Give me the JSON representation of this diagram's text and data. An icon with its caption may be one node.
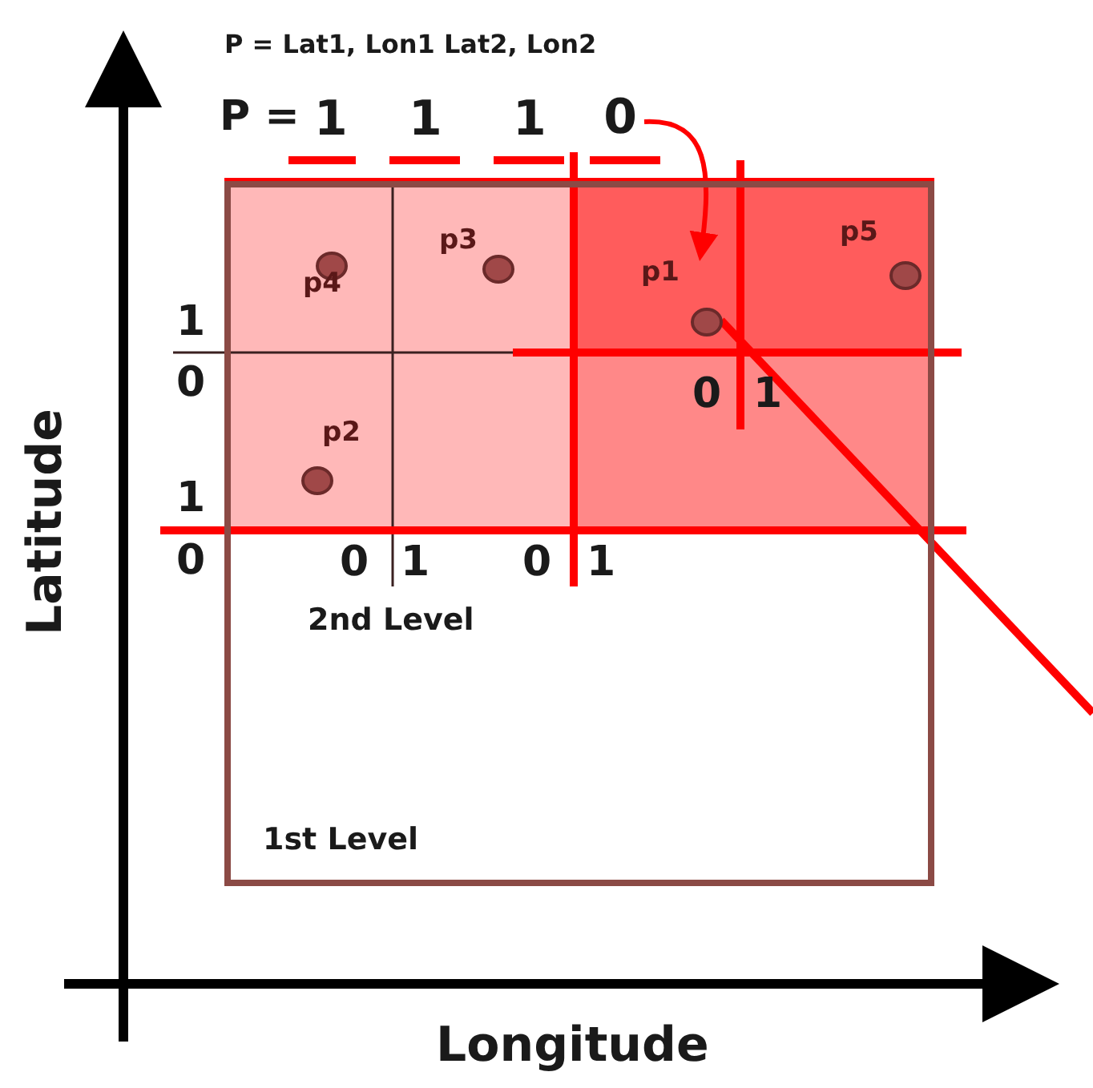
{
  "diagram": {
    "nodes": [
      {
        "text": [
          "1st Level"
        ]
      },
      {
        "text": [
          "p3"
        ],
        "in": 0
      },
      {
        "text": [
          "p5"
        ],
        "in": 0
      },
      {
        "text": [
          "p1"
        ],
        "in": 0
      },
      {
        "text": [
          "p4"
        ],
        "in": 0
      },
      {
        "text": [
          "p2"
        ],
        "in": 0
      },
      {
        "text": [
          "0"
        ]
      }
    ],
    "edges": [
      {
        "from": 6,
        "to": 3,
        "arrow": "to"
      }
    ],
    "labels": [
      "P = Lat1, Lon1 Lat2, Lon2",
      "P =",
      "1",
      "1",
      "1",
      "1",
      "0",
      "1",
      "0",
      "0",
      "1",
      "0",
      "1",
      "0",
      "1",
      "2nd Level",
      "Latitude",
      "Longitude"
    ]
  }
}
